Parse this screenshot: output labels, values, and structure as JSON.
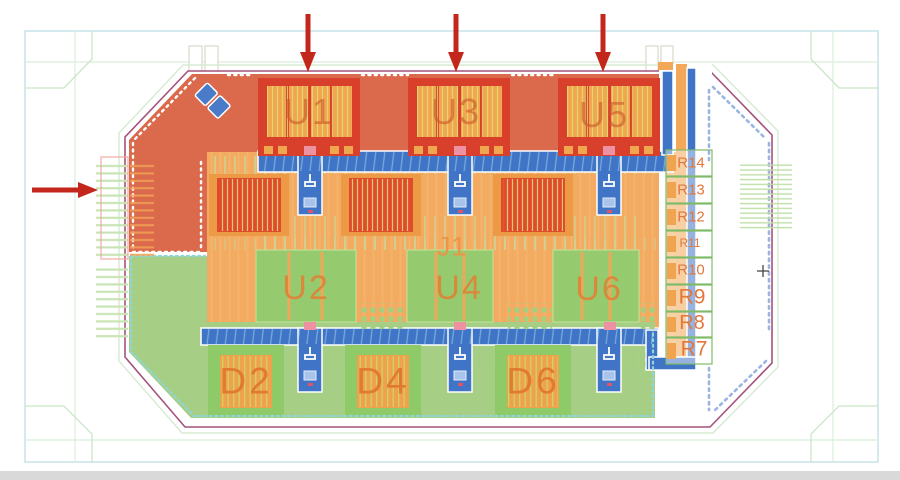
{
  "labels": {
    "u1": "U1",
    "u3": "U3",
    "u5": "U5",
    "j1": "J1",
    "u2": "U2",
    "u4": "U4",
    "u6": "U6",
    "d2": "D2",
    "d4": "D4",
    "d6": "D6",
    "r7": "R7",
    "r8": "R8",
    "r9": "R9",
    "r10": "R10",
    "r11": "R11",
    "r12": "R12",
    "r13": "R13",
    "r14": "R14"
  },
  "designator_groups": {
    "top_row_packages": [
      "U1",
      "U3",
      "U5"
    ],
    "middle_row_packages": [
      "U2",
      "U4",
      "U6"
    ],
    "bottom_row_packages": [
      "D2",
      "D4",
      "D6"
    ],
    "center_connector": "J1",
    "resistor_stack_top_to_bottom": [
      "R14",
      "R13",
      "R12",
      "R11",
      "R10",
      "R9",
      "R8",
      "R7"
    ]
  },
  "annotations": {
    "top_arrows_pointing_down": 3,
    "left_arrow_pointing_right": 1,
    "arrow_targets": [
      "U1",
      "U3",
      "U5",
      "left edge connector"
    ]
  },
  "colors": {
    "region_red": "#DB6A4C",
    "region_orange": "#F2AB60",
    "region_green": "#A6CE85",
    "package_red": "#D9402C",
    "pad_orange": "#F0A54F",
    "pad_red": "#E14B2D",
    "component_green": "#95CB6E",
    "diode_orange": "#F0A14E",
    "trace_blue": "#3F74C6",
    "dash_cyan": "#8FD6DA",
    "via_blue": "#8BA8DC",
    "outline_purple": "#A4537A",
    "panel_cyan": "#C2E2E6",
    "annotation_red": "#C3261B",
    "label_orange": "#E2773A"
  }
}
